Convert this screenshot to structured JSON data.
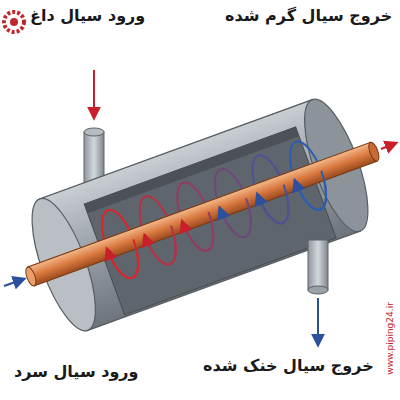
{
  "diagram": {
    "labels": [
      "ورود سیال داغ",
      "خروج سیال گرم شده",
      "ورود سیال سرد",
      "خروج سیال خنک شده",
      "www.piping24.ir"
    ]
  }
}
